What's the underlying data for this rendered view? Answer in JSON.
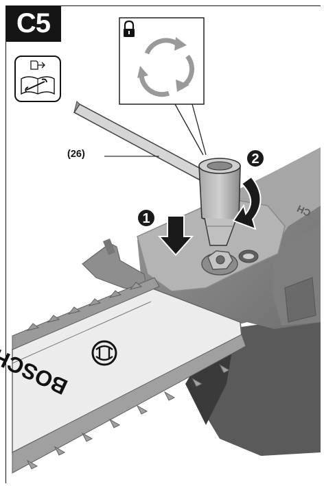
{
  "figure": {
    "badge": "C5",
    "part_label": "(26)",
    "steps": [
      "1",
      "2"
    ],
    "brand": "BOSCH",
    "brand_partial": "CH"
  },
  "icons": {
    "manual": "book-wrench-icon",
    "lock": "padlock-icon",
    "rotate": "circular-arrows-icon"
  },
  "colors": {
    "badge_bg": "#151515",
    "housing": "#8c8c8c",
    "bar": "#ececec",
    "chain": "#9a9a9a"
  }
}
